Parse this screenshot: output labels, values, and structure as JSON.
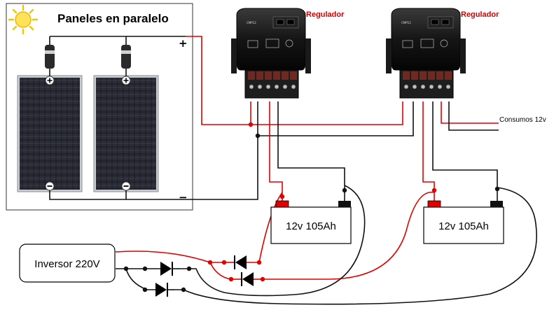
{
  "title": "Paneles en paralelo",
  "panel_plus_sign": "+",
  "panel_minus_sign": "−",
  "regulators": [
    {
      "label": "Regulador",
      "model": "CMP12"
    },
    {
      "label": "Regulador",
      "model": "CMP12"
    }
  ],
  "batteries": [
    {
      "label": "12v 105Ah"
    },
    {
      "label": "12v 105Ah"
    }
  ],
  "inverter_label": "Inversor 220V",
  "loads_label": "Consumos 12v",
  "colors": {
    "positive_wire": "#e00000",
    "negative_wire": "#111111",
    "regulator_label": "#d40000"
  }
}
